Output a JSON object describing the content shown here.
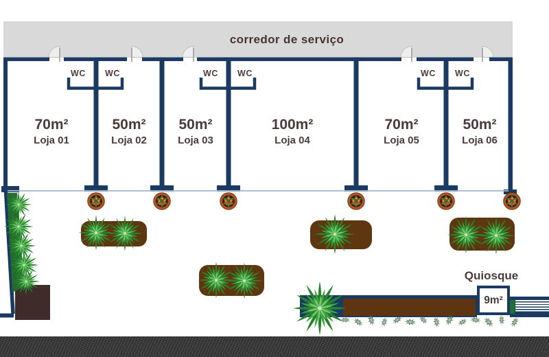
{
  "corridor": {
    "label": "corredor de serviço"
  },
  "shops": [
    {
      "area": "70m²",
      "name": "Loja 01"
    },
    {
      "area": "50m²",
      "name": "Loja 02"
    },
    {
      "area": "50m²",
      "name": "Loja 03"
    },
    {
      "area": "100m²",
      "name": "Loja 04"
    },
    {
      "area": "70m²",
      "name": "Loja 05"
    },
    {
      "area": "50m²",
      "name": "Loja 06"
    }
  ],
  "wc_label": "WC",
  "kiosk": {
    "label": "Quiosque",
    "area": "9m²"
  },
  "icons": {
    "flower-pot-icon": "round planter with red flowers at each storefront column",
    "palm-plant-icon": "top-view palm/foliage cluster",
    "hedge-icon": "row of small shrubs along kiosk counter",
    "door-arc-icon": "door swing arc on service corridor doors",
    "planter-box": "brown rounded landscape planter"
  },
  "colors": {
    "wall_navy": "#1a3a61",
    "corridor_gray": "#d9d9d9",
    "text_brown": "#4a3a3a",
    "planter_brown": "#5e3711",
    "dark_corner_planter": "#3f2b29",
    "road_gray": "#3b3b3b",
    "palm_green": "#2a8a2e",
    "storefront_line": "#a4b8cc"
  }
}
